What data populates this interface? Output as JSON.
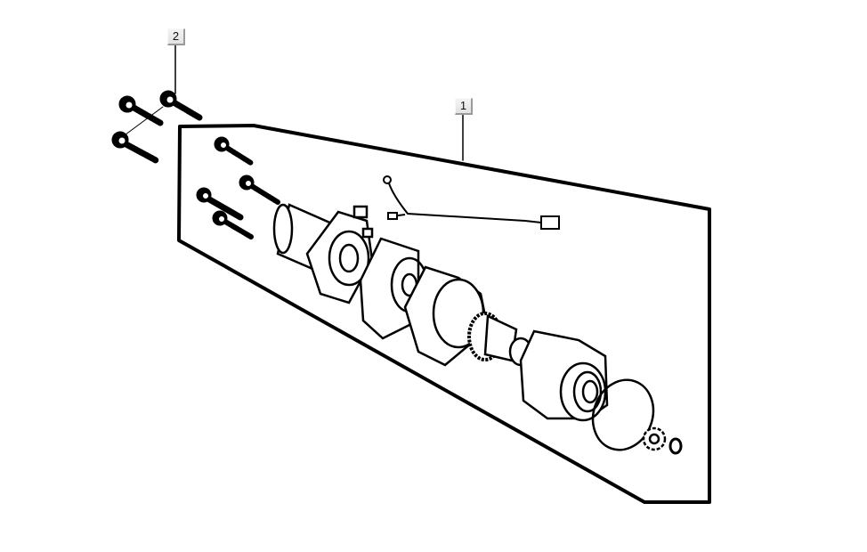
{
  "diagram": {
    "type": "exploded-parts-diagram",
    "subject": "starter motor assembly",
    "callouts": [
      {
        "label": "2",
        "refers_to": "bolts (3)"
      },
      {
        "label": "1",
        "refers_to": "starter motor assembly"
      }
    ],
    "colors": {
      "line": "#000000",
      "background": "#ffffff",
      "callout_bg": "#e8e8e8",
      "callout_shadow": "#9a9a9a"
    }
  }
}
